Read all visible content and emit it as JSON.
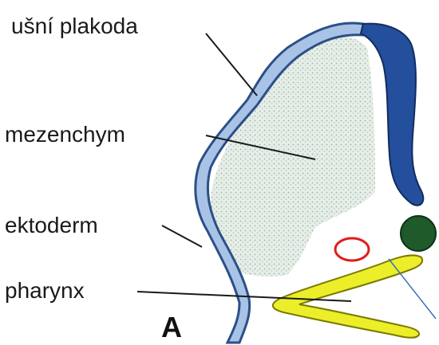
{
  "labels": {
    "otic_placode": "ušní plakoda",
    "mesenchyme": "mezenchym",
    "ectoderm": "ektoderm",
    "pharynx": "pharynx"
  },
  "panel_letter": "A",
  "colors": {
    "ectoderm_fill": "#a8c3e6",
    "ectoderm_stroke": "#2c4f86",
    "neural_tube_fill": "#234f9c",
    "mesenchyme_fill": "#e6eee8",
    "mesenchyme_dots": "#9fb3a6",
    "pharynx_fill": "#ecee2a",
    "pharynx_stroke": "#7a7a00",
    "notochord_fill": "#1f5a2a",
    "vessel_stroke": "#e11b1b",
    "leader_line": "#1a1a1a",
    "blue_line": "#3a6fb8"
  }
}
